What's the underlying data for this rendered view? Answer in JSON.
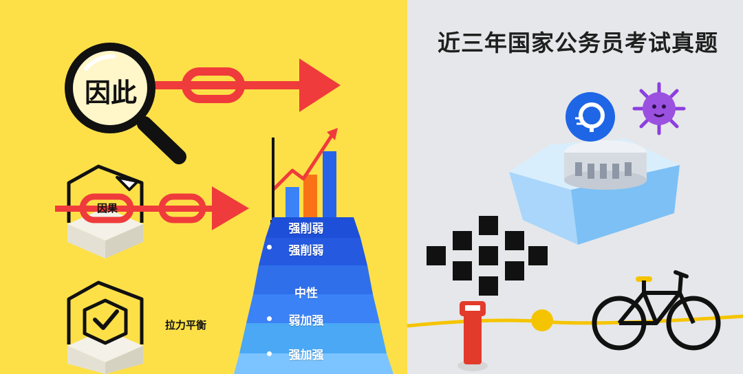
{
  "headline": "近三年国家公务员考试真题",
  "magnifier": {
    "label": "因此"
  },
  "cause_tag": {
    "label": "因果"
  },
  "balance": {
    "label": "拉力平衡"
  },
  "pyramid": {
    "steps": [
      {
        "label": "强削弱"
      },
      {
        "label": "强削弱"
      },
      {
        "label": "中性"
      },
      {
        "label": "弱加强"
      },
      {
        "label": "强加强"
      }
    ]
  },
  "colors": {
    "left_bg": "#fde047",
    "right_bg": "#e6e7ea",
    "arrow_red": "#ef3b3b",
    "step_blue_dark": "#1d4fd8",
    "step_blue_light": "#7cc4ff"
  },
  "icons": [
    "magnifier-icon",
    "chain-arrow-icon",
    "open-box-icon",
    "checked-box-icon",
    "rising-chart-icon",
    "stopwatch-icon",
    "virus-icon",
    "iceberg-icon",
    "cube-grid-icon",
    "barrier-post-icon",
    "bicycle-icon"
  ]
}
